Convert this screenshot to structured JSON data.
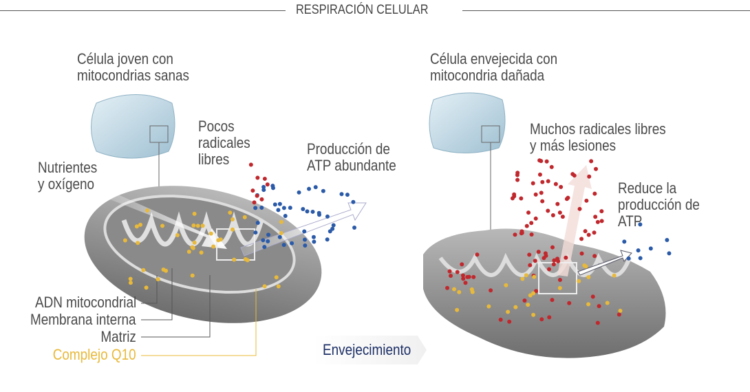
{
  "title": "RESPIRACIÓN CELULAR",
  "left": {
    "cell_caption": [
      "Célula joven con",
      "mitocondrias sanas"
    ],
    "few_radicals": [
      "Pocos",
      "radicales",
      "libres"
    ],
    "atp": [
      "Producción de",
      "ATP abundante"
    ],
    "nutrients": [
      "Nutrientes",
      "y oxígeno"
    ],
    "labels": [
      "ADN mitocondrial",
      "Membrana interna",
      "Matriz",
      "Complejo Q10"
    ]
  },
  "right": {
    "cell_caption": [
      "Célula envejecida con",
      "mitocondria dañada"
    ],
    "many_radicals": [
      "Muchos radicales libres",
      "y más lesiones"
    ],
    "reduced_atp": [
      "Reduce la",
      "producción de",
      "ATP"
    ]
  },
  "aging_button": "Envejecimiento",
  "colors": {
    "text": "#4a4a4a",
    "q10": "#e8b93a",
    "navy": "#1c2f66",
    "radical": "#c0282d",
    "atp": "#2a5aa8"
  }
}
